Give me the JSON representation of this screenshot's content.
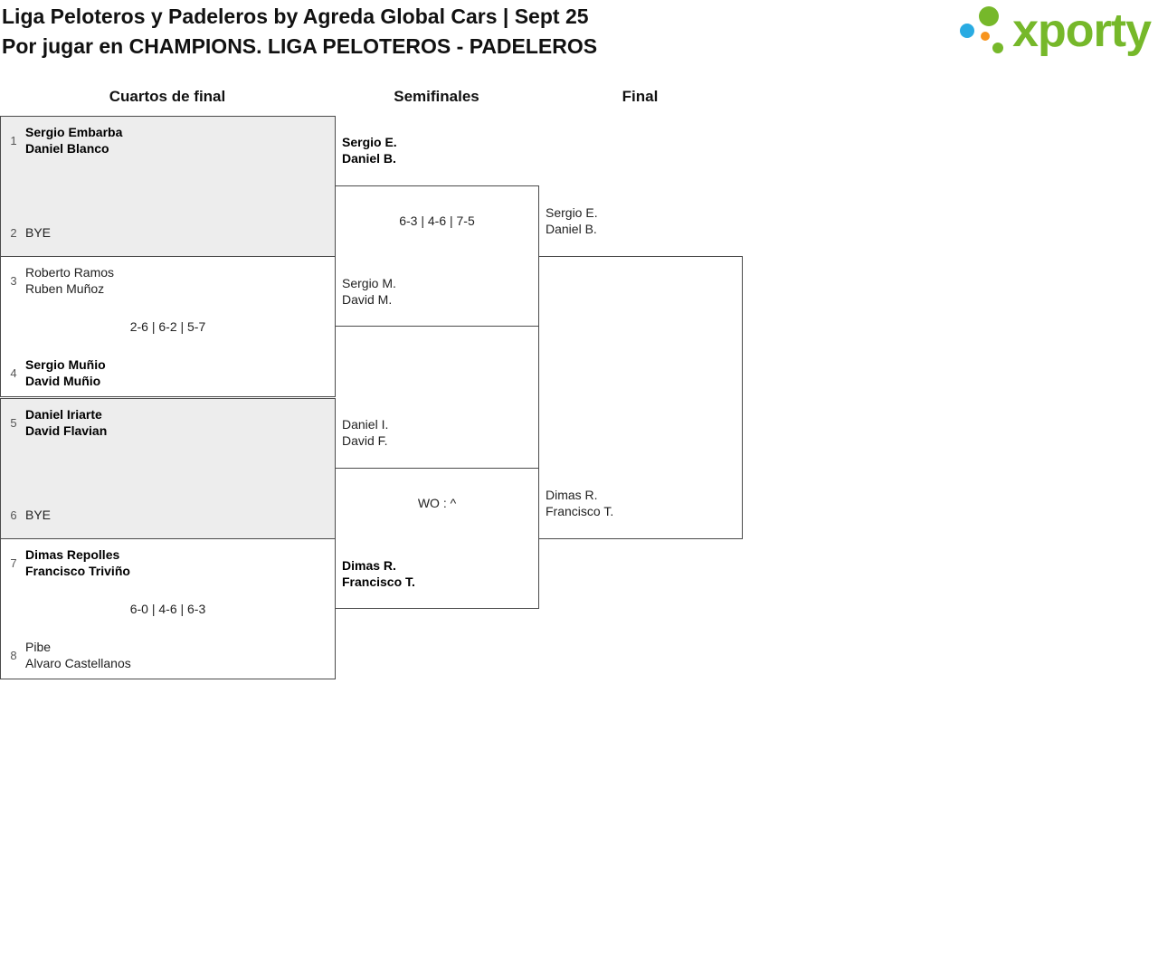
{
  "header": {
    "title_line1": "Liga Peloteros y Padeleros by Agreda Global Cars | Sept 25",
    "title_line2": "Por jugar en CHAMPIONS. LIGA PELOTEROS - PADELEROS"
  },
  "logo": {
    "text": "xporty"
  },
  "rounds": {
    "r1": "Cuartos de final",
    "r2": "Semifinales",
    "r3": "Final"
  },
  "quarterfinals": [
    {
      "seed_top": "1",
      "top_name1": "Sergio Embarba",
      "top_name2": "Daniel Blanco",
      "score": "",
      "seed_bottom": "2",
      "bottom_name1": "BYE",
      "bottom_name2": ""
    },
    {
      "seed_top": "3",
      "top_name1": "Roberto Ramos",
      "top_name2": "Ruben Muñoz",
      "score": "2-6 | 6-2 | 5-7",
      "seed_bottom": "4",
      "bottom_name1": "Sergio Muñio",
      "bottom_name2": "David Muñio"
    },
    {
      "seed_top": "5",
      "top_name1": "Daniel Iriarte",
      "top_name2": "David Flavian",
      "score": "",
      "seed_bottom": "6",
      "bottom_name1": "BYE",
      "bottom_name2": ""
    },
    {
      "seed_top": "7",
      "top_name1": "Dimas Repolles",
      "top_name2": "Francisco Triviño",
      "score": "6-0 | 4-6 | 6-3",
      "seed_bottom": "8",
      "bottom_name1": "Pibe",
      "bottom_name2": "Alvaro Castellanos"
    }
  ],
  "semifinals": [
    {
      "top_name1": "Sergio E.",
      "top_name2": "Daniel B.",
      "score": "6-3 | 4-6 | 7-5",
      "bottom_name1": "Sergio M.",
      "bottom_name2": "David M."
    },
    {
      "top_name1": "Daniel I.",
      "top_name2": "David F.",
      "score": "WO : ^",
      "bottom_name1": "Dimas R.",
      "bottom_name2": "Francisco T."
    }
  ],
  "final": {
    "top_name1": "Sergio E.",
    "top_name2": "Daniel B.",
    "bottom_name1": "Dimas R.",
    "bottom_name2": "Francisco T."
  }
}
